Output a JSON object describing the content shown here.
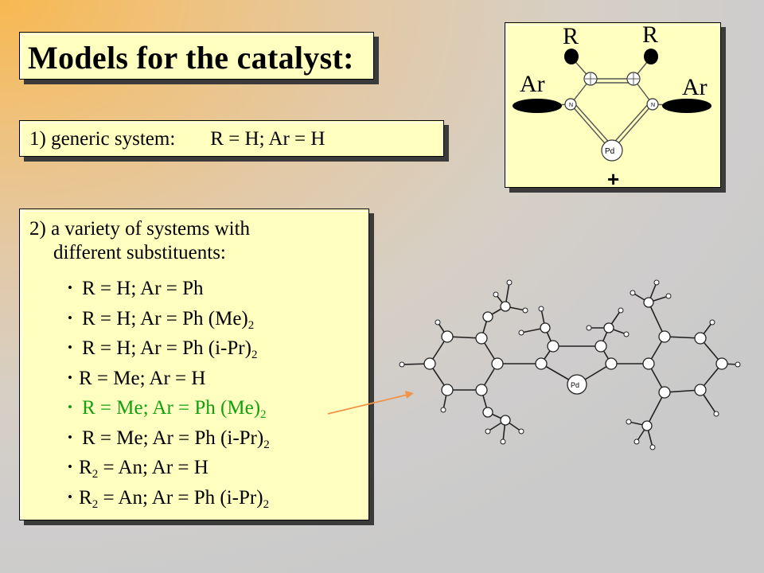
{
  "title": "Models for the catalyst:",
  "generic": {
    "label": "1) generic system:",
    "value": "R = H;  Ar = H"
  },
  "variety": {
    "intro_line1": "2) a variety of systems with",
    "intro_line2": "different substituents:",
    "bullet": "•",
    "items": [
      {
        "pre": "R = H;  Ar = Ph",
        "sub": "",
        "post": ""
      },
      {
        "pre": "R = H;  Ar = Ph (Me)",
        "sub": "2",
        "post": ""
      },
      {
        "pre": "R = H;  Ar = Ph (i-Pr)",
        "sub": "2",
        "post": ""
      },
      {
        "pre": "R = Me; Ar = H",
        "sub": "",
        "post": ""
      },
      {
        "pre": "R = Me;  Ar = Ph (Me)",
        "sub": "2",
        "post": ""
      },
      {
        "pre": "R = Me;  Ar = Ph (i-Pr)",
        "sub": "2",
        "post": ""
      },
      {
        "pre": "R",
        "sub": "2",
        "post": " = An; Ar = H"
      },
      {
        "pre": "R",
        "sub": "2",
        "post": " = An;  Ar = Ph (i-Pr)",
        "sub2": "2"
      }
    ],
    "highlight_color": "#12a012"
  },
  "scheme": {
    "r_left": "R",
    "r_right": "R",
    "ar_left": "Ar",
    "ar_right": "Ar",
    "pd": "Pd",
    "n_label": "N",
    "charge": "+"
  },
  "molecule": {
    "pd": "Pd"
  },
  "colors": {
    "box_fill": "#ffffc0",
    "arrow": "#f0944a"
  }
}
